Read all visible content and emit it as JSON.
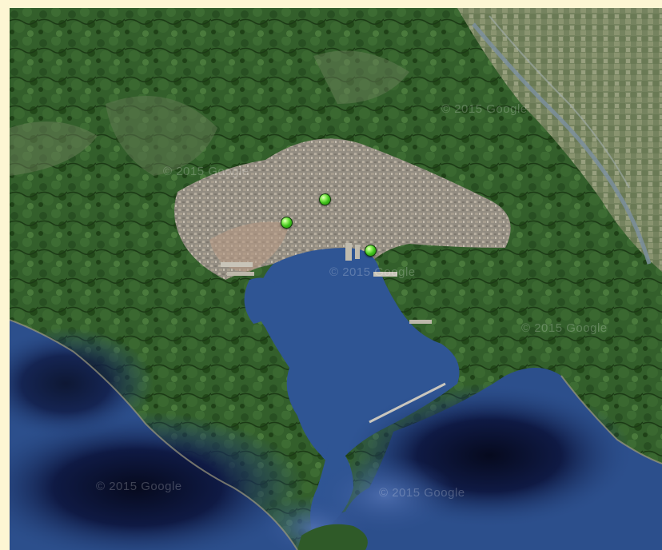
{
  "map": {
    "type": "satellite",
    "watermarks": [
      "© 2015 Google",
      "© 2015 Google",
      "© 2015 Google",
      "© 2015 Google",
      "© 2015 Google",
      "© 2015 Google"
    ]
  },
  "markers": [
    {
      "id": "marker-1",
      "color": "#3fc21b"
    },
    {
      "id": "marker-2",
      "color": "#3fc21b"
    },
    {
      "id": "marker-3",
      "color": "#3fc21b"
    }
  ],
  "colors": {
    "frame_background": "#fdf6d3",
    "sea_deep": "#0a1030",
    "sea": "#2c4f8c",
    "land_forest": "#2f5a28",
    "urban": "#8f8a80"
  }
}
